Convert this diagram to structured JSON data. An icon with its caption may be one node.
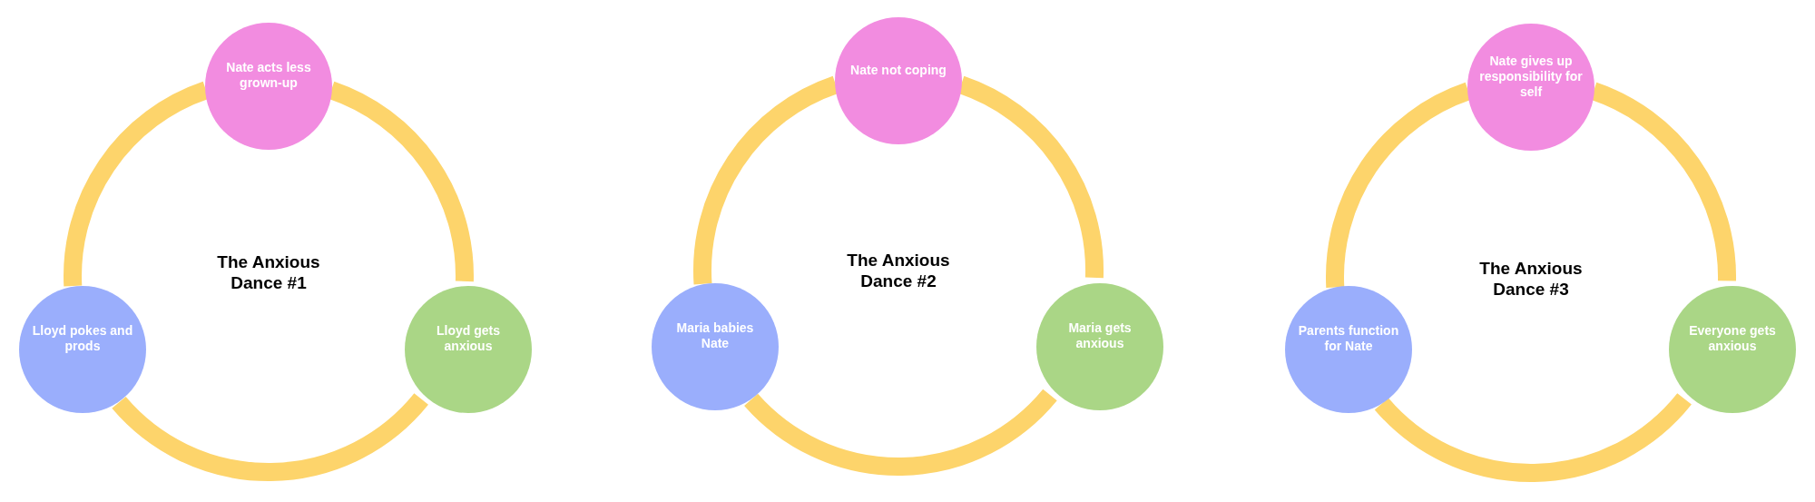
{
  "diagram": {
    "nodes": [
      {
        "text": [
          "Nate acts less grown-up"
        ]
      },
      {
        "text": [
          "Lloyd pokes and prods"
        ]
      },
      {
        "text": [
          "Lloyd gets anxious"
        ]
      },
      {
        "text": [
          "Nate not coping"
        ]
      },
      {
        "text": [
          "Maria babies Nate"
        ]
      },
      {
        "text": [
          "Maria gets anxious"
        ]
      },
      {
        "text": [
          "Nate gives up responsibility for self"
        ]
      },
      {
        "text": [
          "Parents function for Nate"
        ]
      },
      {
        "text": [
          "Everyone gets anxious"
        ]
      }
    ],
    "edges": [
      {
        "from": 0,
        "to": 2,
        "arrow": "none"
      },
      {
        "from": 2,
        "to": 1,
        "arrow": "none"
      },
      {
        "from": 1,
        "to": 0,
        "arrow": "none"
      },
      {
        "from": 3,
        "to": 5,
        "arrow": "none"
      },
      {
        "from": 5,
        "to": 4,
        "arrow": "none"
      },
      {
        "from": 4,
        "to": 3,
        "arrow": "none"
      },
      {
        "from": 6,
        "to": 8,
        "arrow": "none"
      },
      {
        "from": 8,
        "to": 7,
        "arrow": "none"
      },
      {
        "from": 7,
        "to": 6,
        "arrow": "none"
      }
    ],
    "labels": [
      "The Anxious Dance #1",
      "The Anxious Dance #2",
      "The Anxious Dance #3"
    ]
  }
}
